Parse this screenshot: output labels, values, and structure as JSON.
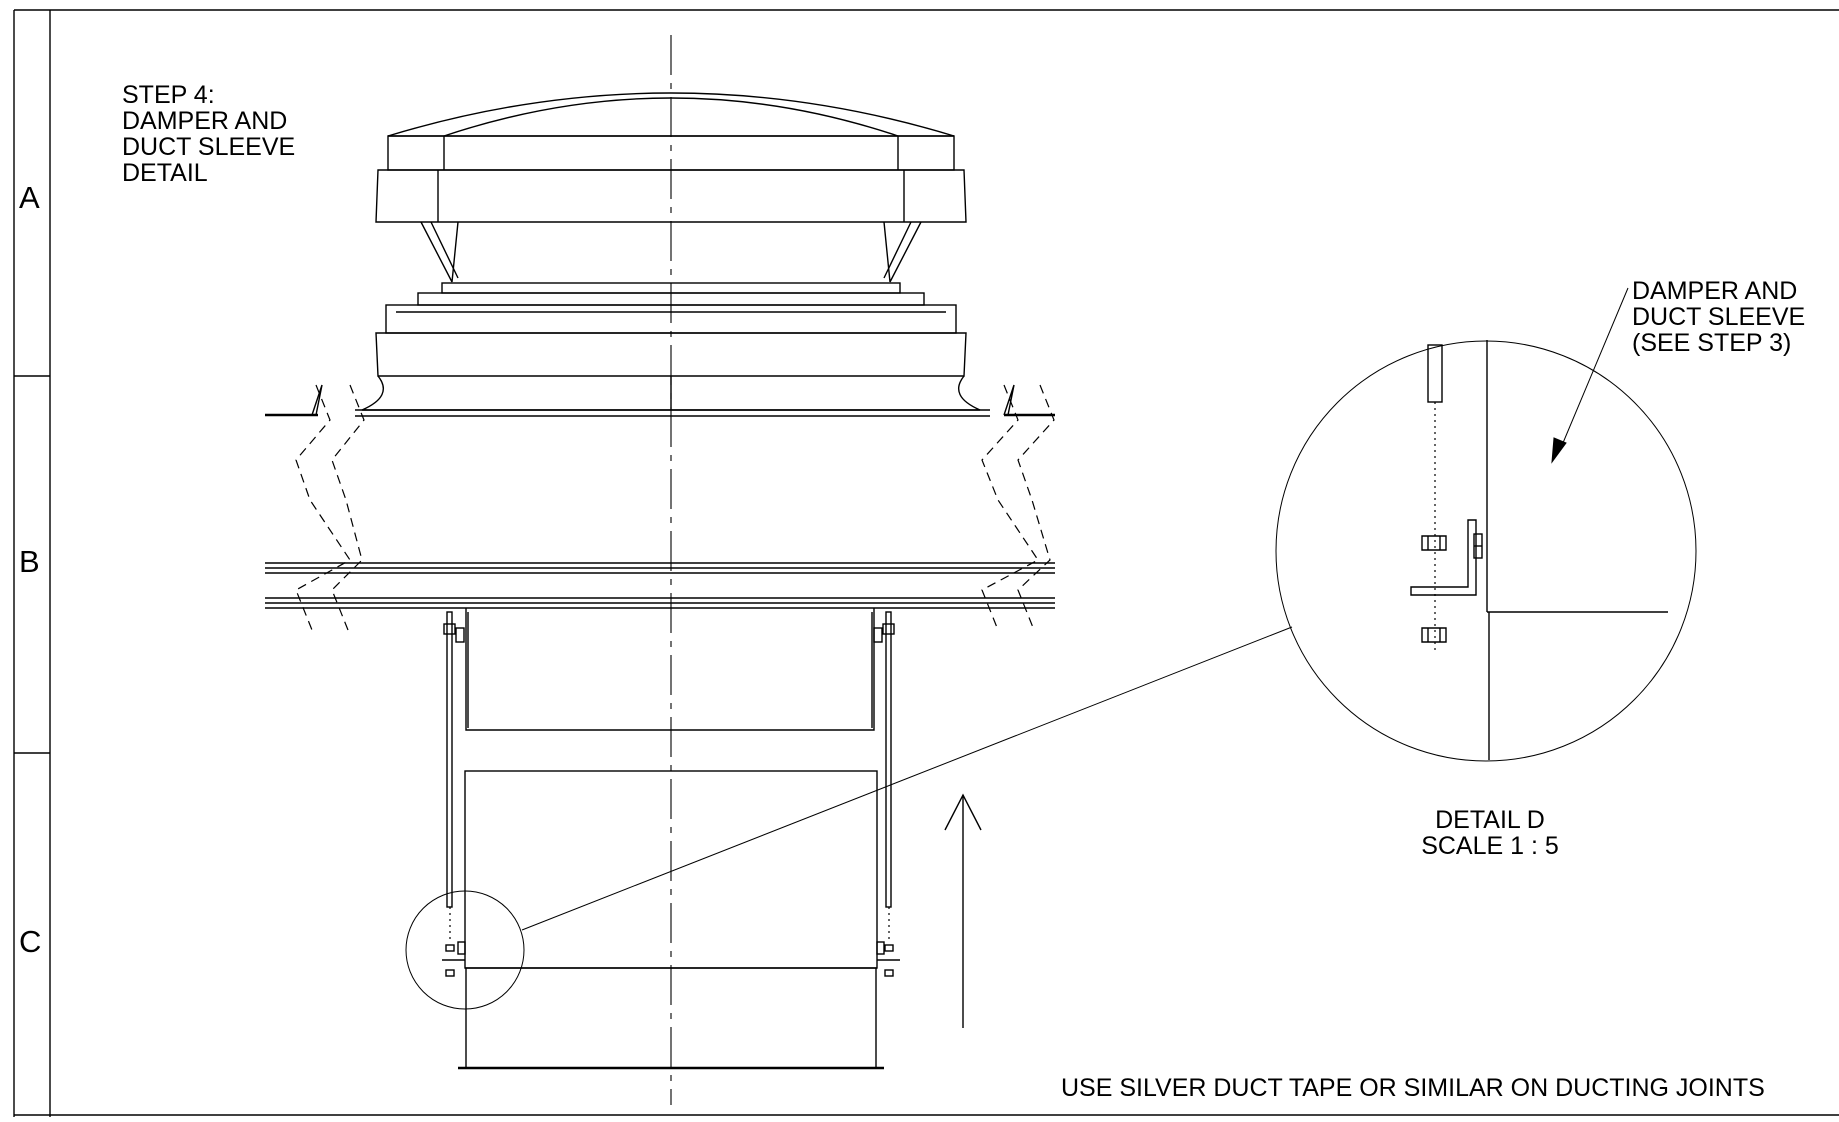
{
  "zone_labels": [
    "A",
    "B",
    "C"
  ],
  "step_title": [
    "STEP 4:",
    "DAMPER AND",
    "DUCT SLEEVE",
    "DETAIL"
  ],
  "callout": [
    "DAMPER AND",
    "DUCT SLEEVE",
    "(SEE STEP 3)"
  ],
  "detail": {
    "name": "DETAIL D",
    "scale": "SCALE 1 : 5"
  },
  "note": "USE SILVER DUCT TAPE OR SIMILAR ON DUCTING JOINTS"
}
